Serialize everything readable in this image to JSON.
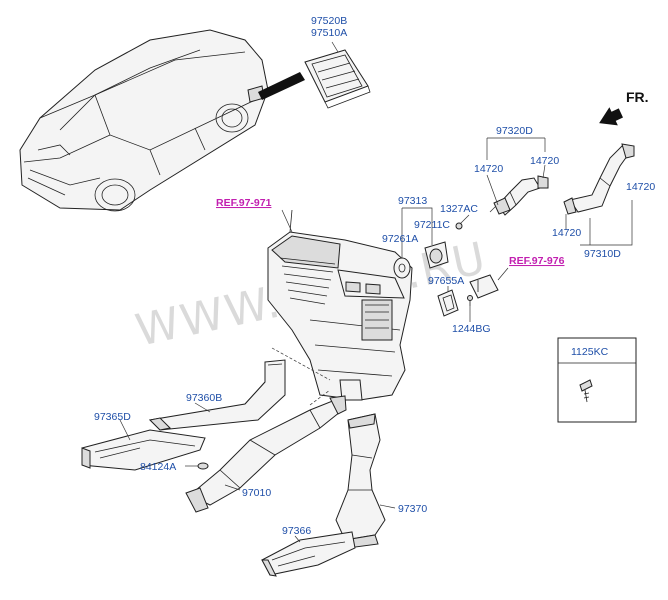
{
  "direction_label": "FR.",
  "watermark": "WWW.CARS.RU",
  "references": {
    "ref1": "REF.97-971",
    "ref2": "REF.97-976"
  },
  "parts": {
    "p97520B": "97520B",
    "p97510A": "97510A",
    "p97320D": "97320D",
    "p14720_a": "14720",
    "p14720_b": "14720",
    "p14720_c": "14720",
    "p14720_d": "14720",
    "p97313": "97313",
    "p1327AC": "1327AC",
    "p97261A": "97261A",
    "p97211C": "97211C",
    "p97310D": "97310D",
    "p97655A": "97655A",
    "p1244BG": "1244BG",
    "p1125KC": "1125KC",
    "p97360B": "97360B",
    "p97365D": "97365D",
    "p84124A": "84124A",
    "p97010": "97010",
    "p97370": "97370",
    "p97366": "97366"
  }
}
